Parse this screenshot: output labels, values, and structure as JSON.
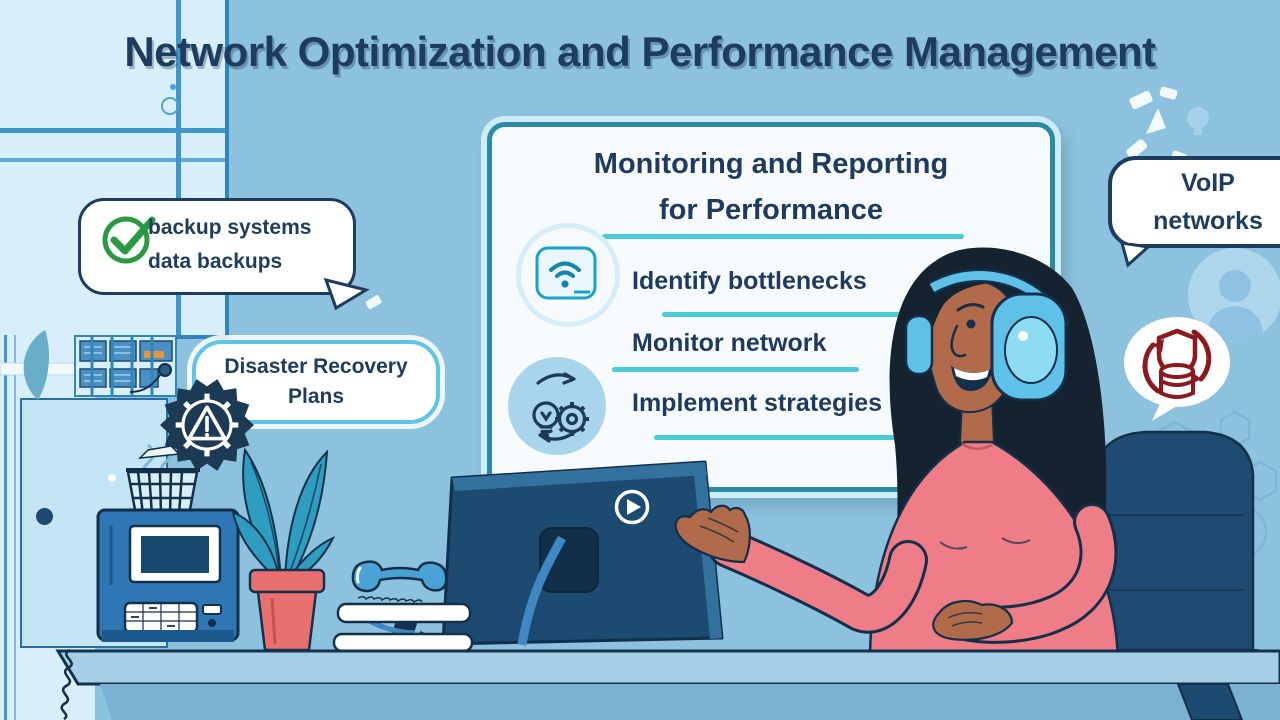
{
  "title": "Network Optimization and Performance Management",
  "callouts": {
    "backup": {
      "line1": "backup systems",
      "line2": "data backups",
      "icon": "check-circle-icon"
    },
    "disaster": {
      "line1": "Disaster Recovery",
      "line2": "Plans",
      "icon": "gear-warning-badge-icon"
    },
    "voip": {
      "line1": "VoIP",
      "line2": "networks"
    }
  },
  "board": {
    "title_line1": "Monitoring and Reporting",
    "title_line2": "for Performance",
    "items": [
      {
        "label": "Identify bottlenecks",
        "icon": "wifi-device-icon"
      },
      {
        "label": "Monitor network"
      },
      {
        "label": "Implement strategies",
        "icon": "idea-gear-cycle-icon"
      }
    ]
  },
  "scene_icons": {
    "monitor": "play-button-icon",
    "thought_bubble": "shield-database-sync-icon",
    "below_voip": "person-avatar-icon"
  },
  "colors": {
    "background": "#8cc2dd",
    "navy_text": "#1e3c5e",
    "cyan_underline": "#49ccd8",
    "board_border": "#2d8aa6",
    "check_green": "#2a9a41",
    "badge_navy": "#1d3a55",
    "alert_dark_red": "#8b1a1e",
    "shirt_coral": "#ee7d87",
    "headphones_blue": "#5fc0e8",
    "monitor_navy": "#1d4a70",
    "desk_top": "#a6cee6",
    "desk_front": "#7db1d3"
  }
}
